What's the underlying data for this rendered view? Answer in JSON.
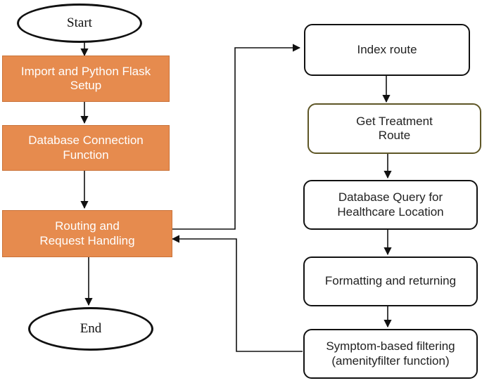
{
  "nodes": {
    "start": "Start",
    "import_setup": "Import and Python Flask\nSetup",
    "db_connection": "Database  Connection\nFunction",
    "routing": "Routing and\nRequest Handling",
    "end": "End",
    "index_route": "Index route",
    "get_treatment": "Get Treatment\nRoute",
    "db_query": "Database Query for\nHealthcare  Location",
    "formatting": "Formatting and returning",
    "symptom_filter": "Symptom-based filtering\n(amenityfilter function)"
  },
  "colors": {
    "process_fill": "#e68b4e",
    "outline": "#111111",
    "highlight_outline": "#5e5626"
  }
}
